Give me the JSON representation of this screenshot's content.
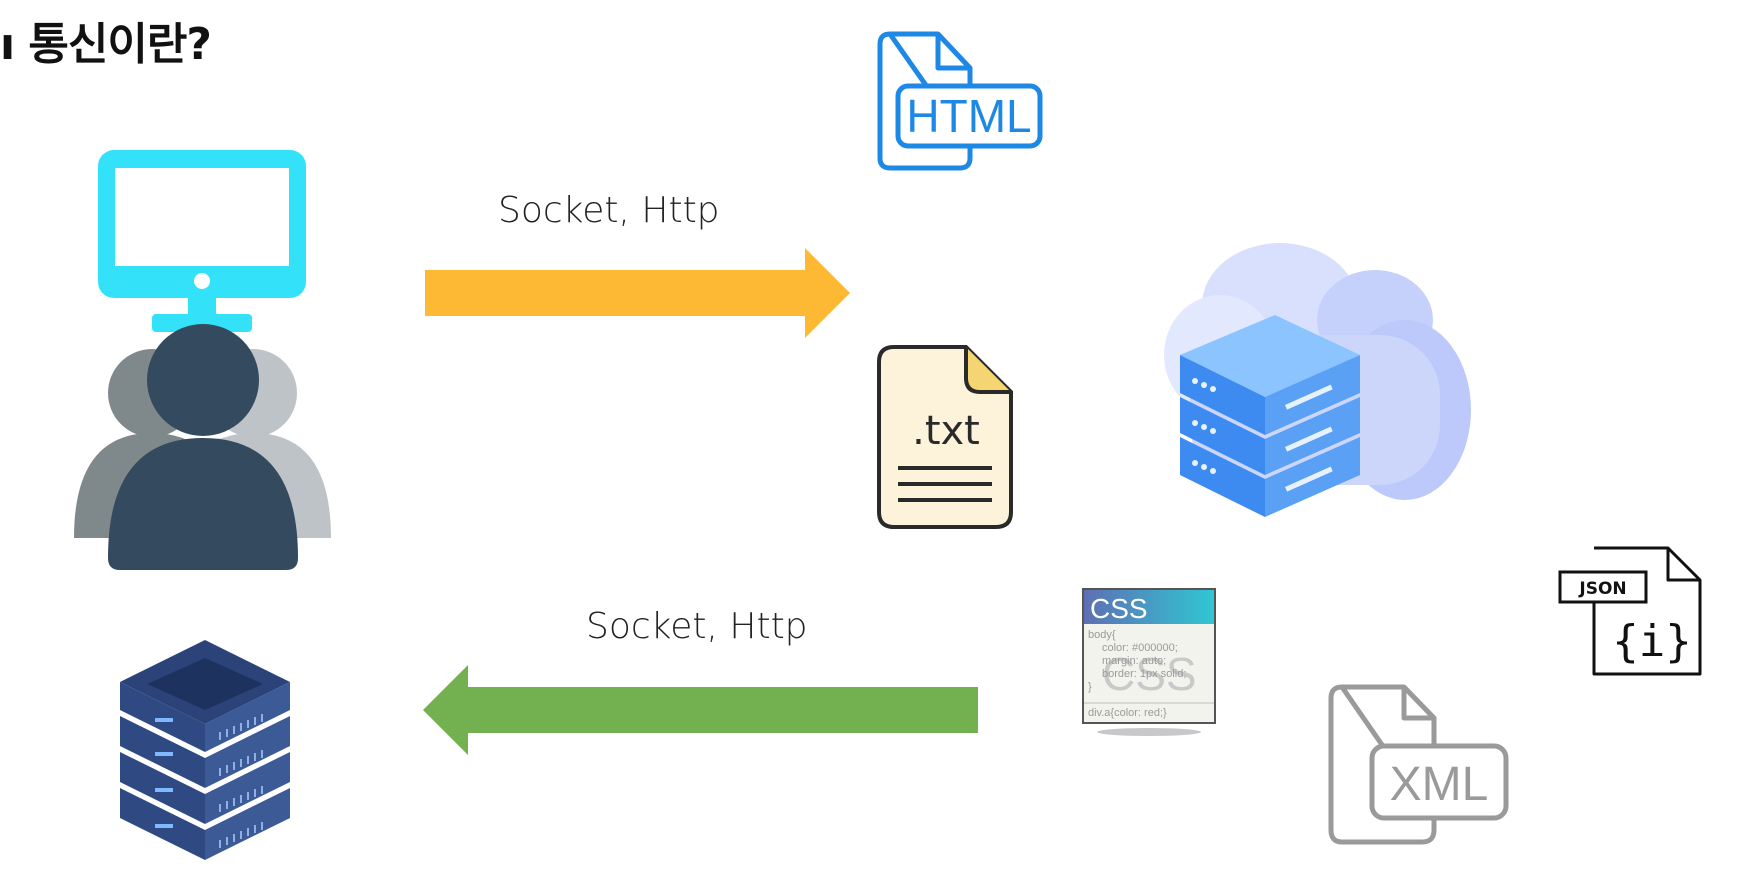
{
  "title": "ı 통신이란?",
  "request_arrow": {
    "label": "Socket, Http",
    "color": "#FDB933"
  },
  "response_arrow": {
    "label": "Socket, Http",
    "color": "#72B050"
  },
  "client": {
    "monitor_color": "#33E1F9",
    "user_color": "#344A5E"
  },
  "formats": {
    "html": "HTML",
    "txt": ".txt",
    "css": {
      "header": "CSS",
      "watermark": "CSS",
      "code_lines": [
        "body{",
        "color: #000000;",
        "margin: auto;",
        "border: 1px solid;",
        "}",
        "div.a{color: red;}"
      ]
    },
    "json": {
      "tag": "JSON",
      "glyph": "{i}"
    },
    "xml": "XML"
  }
}
